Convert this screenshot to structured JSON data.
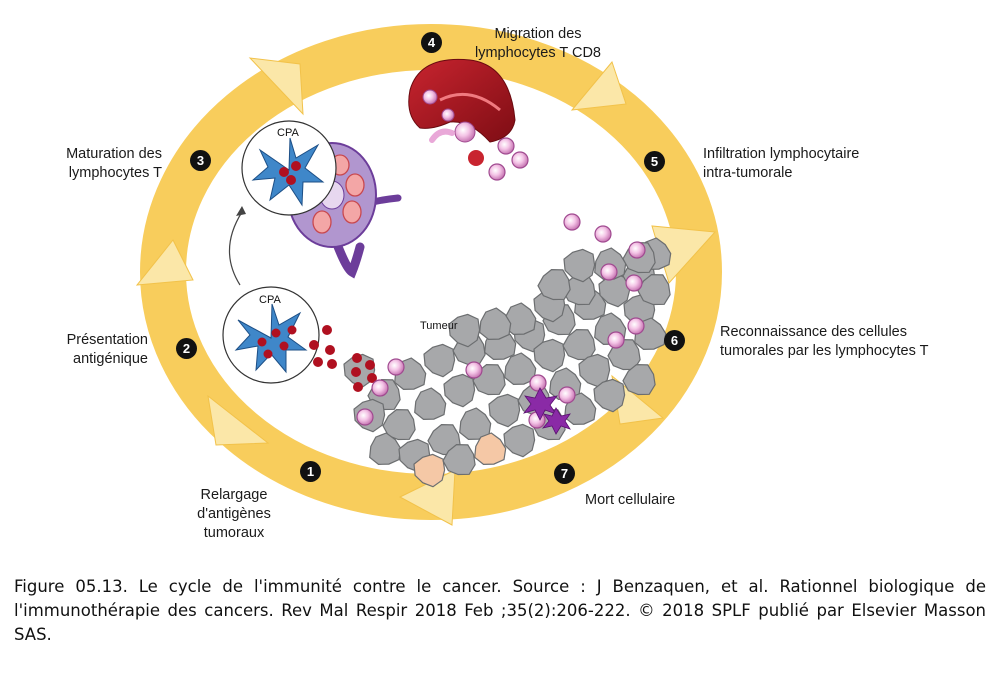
{
  "labels": {
    "step1": [
      "Relargage",
      "d'antigènes",
      "tumoraux"
    ],
    "step2": [
      "Présentation",
      "antigénique"
    ],
    "step3": [
      "Maturation des",
      "lymphocytes T"
    ],
    "step4": [
      "Migration des",
      "lymphocytes T CD8"
    ],
    "step5": [
      "Infiltration lymphocytaire",
      "intra-tumorale"
    ],
    "step6": [
      "Reconnaissance des cellules",
      "tumorales par les lymphocytes T"
    ],
    "step7": [
      "Mort cellulaire"
    ]
  },
  "numbers": [
    "1",
    "2",
    "3",
    "4",
    "5",
    "6",
    "7"
  ],
  "cell_labels": {
    "cpa_top": "CPA",
    "cpa_bottom": "CPA",
    "tumeur": "Tumeur"
  },
  "caption": "Figure 05.13. Le cycle de l'immunité contre le cancer. Source : J Benzaquen, et al. Rationnel biologique de l'immunothérapie des cancers. Rev Mal Respir 2018 Feb ;35(2):206-222. © 2018 SPLF publié par Elsevier Masson SAS.",
  "colors": {
    "ring": "#f8cd5c",
    "arrow": "#fbe7a8",
    "tumor": "#a7a8aa",
    "lymphocyte": "#e9a8d8",
    "cpa": "#3f87c9",
    "antigen": "#b01020"
  }
}
